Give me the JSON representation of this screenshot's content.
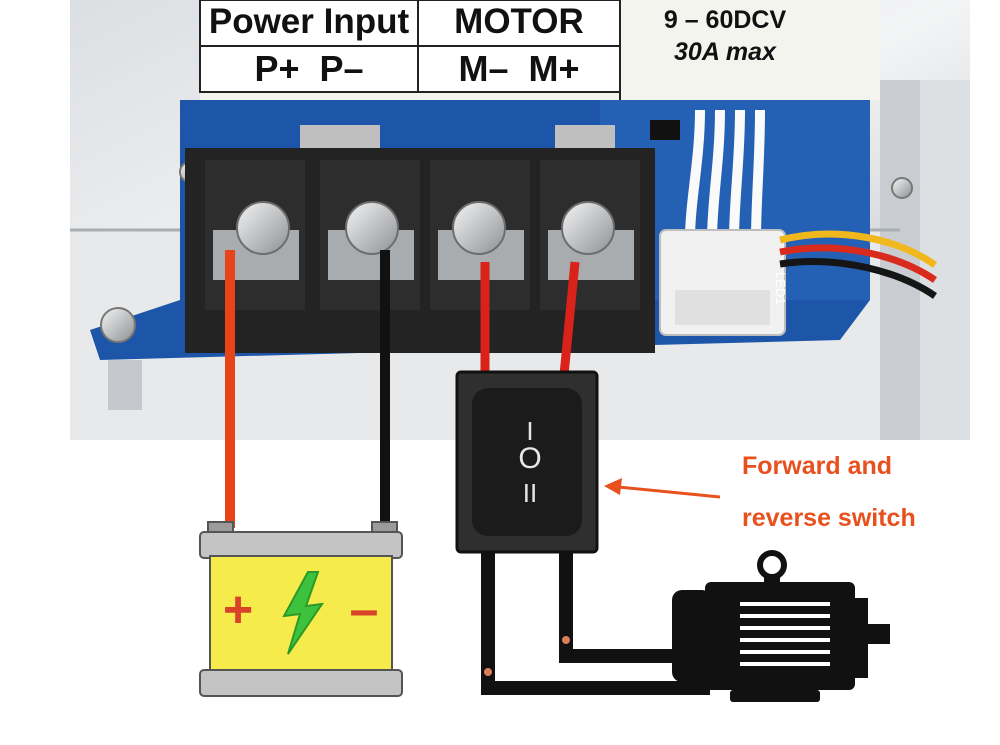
{
  "label_strip": {
    "power_heading": "Power Input",
    "power_terminals": "P+  P–",
    "motor_heading": "MOTOR",
    "motor_terminals": "M–  M+",
    "voltage": "9 – 60DCV",
    "current": "30A max"
  },
  "board": {
    "silkscreen_led": "LED1"
  },
  "annotation": {
    "line1": "Forward and",
    "line2": "reverse switch",
    "color": "#e8501e"
  },
  "battery": {
    "plus_symbol": "+",
    "minus_symbol": "–",
    "bolt_icon": "lightning-bolt-icon"
  },
  "switch": {
    "positions": [
      "I",
      "O",
      "II"
    ]
  },
  "colors": {
    "positive_wire": "#e8441a",
    "negative_wire": "#111111",
    "battery_body": "#f5ec4b",
    "battery_terminal_plus": "#d9432a",
    "bolt": "#3cc23c"
  }
}
